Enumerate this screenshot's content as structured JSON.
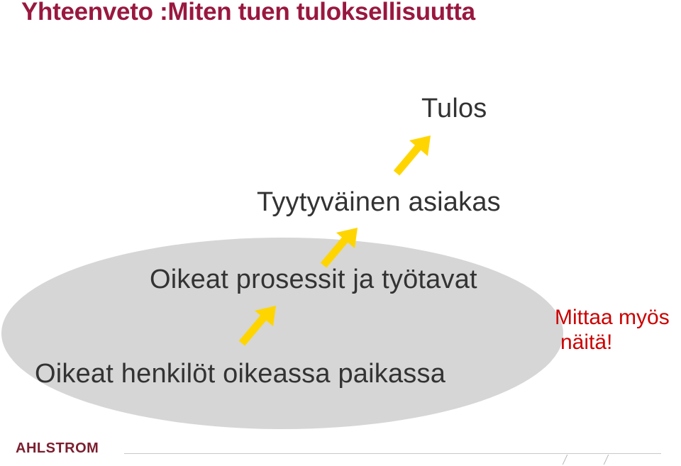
{
  "title": "Yhteenveto :Miten tuen tuloksellisuutta",
  "steps": {
    "result": "Tulos",
    "customer": "Tyytyväinen asiakas",
    "processes": "Oikeat prosessit ja työtavat",
    "people": "Oikeat henkilöt oikeassa paikassa"
  },
  "note": {
    "line1": "Mittaa myös",
    "line2": "näitä!"
  },
  "logo": {
    "text": "AHLSTROM"
  },
  "colors": {
    "title": "#99183f",
    "arrow": "#ffd500",
    "ellipse": "#d6d6d6",
    "note": "#cc0000"
  },
  "icons": [
    "arrow-up-right-icon"
  ]
}
